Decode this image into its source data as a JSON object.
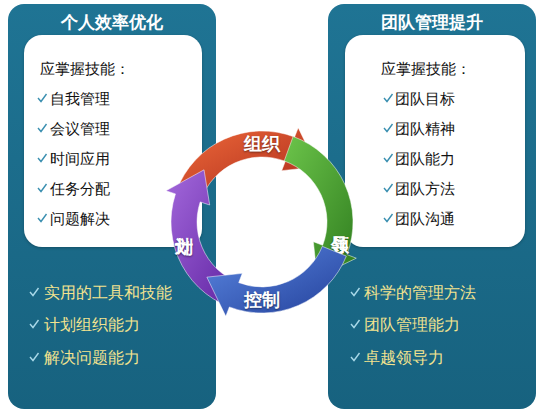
{
  "diagram": {
    "nodes": [
      {
        "text": [
          "个人效率优化",
          "实用的工具和技能",
          "计划组织能力",
          "解决问题能力"
        ]
      },
      {
        "text": [
          "应掌握技能：",
          "自我管理",
          "会议管理",
          "时间应用",
          "任务分配",
          "问题解决"
        ],
        "in": 0
      },
      {
        "text": [
          "团队管理提升",
          "科学的管理方法",
          "团队管理能力",
          "卓越领导力"
        ]
      },
      {
        "text": [
          "应掌握技能：",
          "团队目标",
          "团队精神",
          "团队能力",
          "团队方法",
          "团队沟通"
        ],
        "in": 2
      },
      {
        "text": [
          "组织"
        ]
      },
      {
        "text": [
          "计划"
        ]
      },
      {
        "text": [
          "领导"
        ]
      },
      {
        "text": [
          "控制"
        ]
      }
    ]
  }
}
